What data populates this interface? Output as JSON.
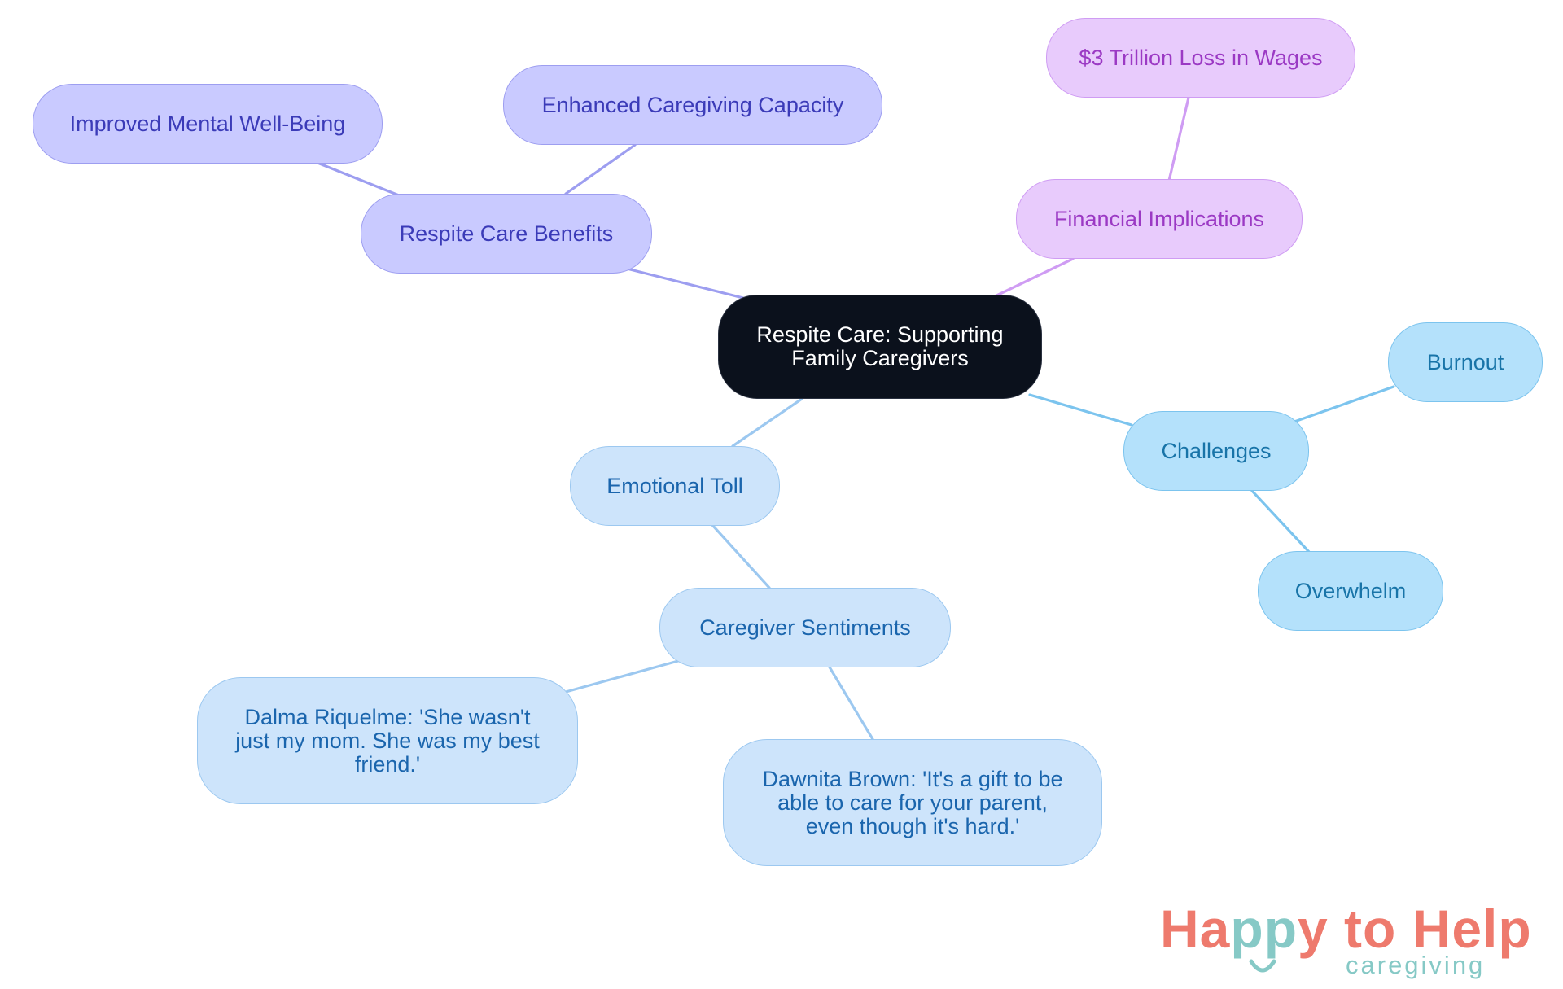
{
  "diagram": {
    "root": {
      "label": "Respite Care: Supporting Family Caregivers"
    },
    "nodes": {
      "benefits": "Respite Care Benefits",
      "mental": "Improved Mental Well-Being",
      "capacity": "Enhanced Caregiving Capacity",
      "financial": "Financial Implications",
      "wages": "$3 Trillion Loss in Wages",
      "challenges": "Challenges",
      "burnout": "Burnout",
      "overwhelm": "Overwhelm",
      "emotional": "Emotional Toll",
      "sentiments": "Caregiver Sentiments",
      "dalma": "Dalma Riquelme: 'She wasn't just my mom. She was my best friend.'",
      "dawnita": "Dawnita Brown: 'It's a gift to be able to care for your parent, even though it's hard.'"
    },
    "colors": {
      "root": "#0b111c",
      "benefits_branch": "#c9caff",
      "financial_branch": "#e8cbfc",
      "challenges_branch": "#b4e1fb",
      "emotional_branch": "#cde4fb"
    }
  },
  "logo": {
    "part1": "Ha",
    "part2": "pp",
    "part3": "y to Help",
    "subtitle": "caregiving"
  }
}
